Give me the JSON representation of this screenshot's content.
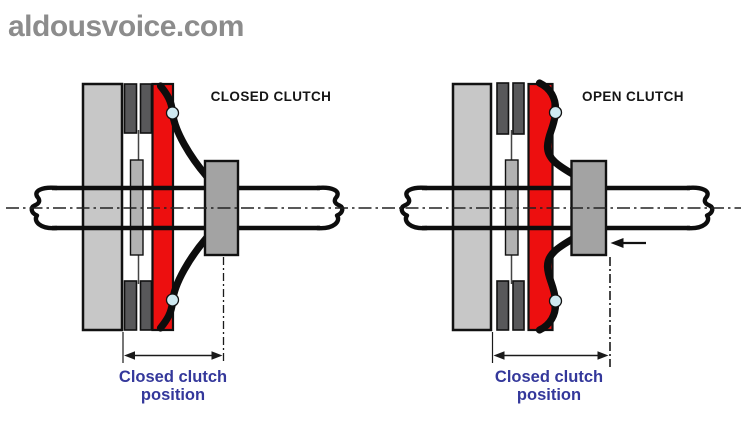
{
  "header": {
    "site": "aldousvoice.com"
  },
  "closed": {
    "title": "CLOSED CLUTCH",
    "dim_line1": "Closed clutch",
    "dim_line2": "position"
  },
  "open": {
    "title": "OPEN CLUTCH",
    "dim_line1": "Closed clutch",
    "dim_line2": "position"
  },
  "colors": {
    "background": "#ffffff",
    "logo_gray": "#8c8c8c",
    "flywheel_gray": "#c7c7c7",
    "friction_pad_gray": "#58585a",
    "hub_gray": "#b2b2b2",
    "pressure_plate_red": "#ed0f0f",
    "bearing_gray": "#a3a3a3",
    "pivot_blue": "#cfe9f1",
    "line_black": "#111111",
    "dimension_navy": "#34389b"
  }
}
